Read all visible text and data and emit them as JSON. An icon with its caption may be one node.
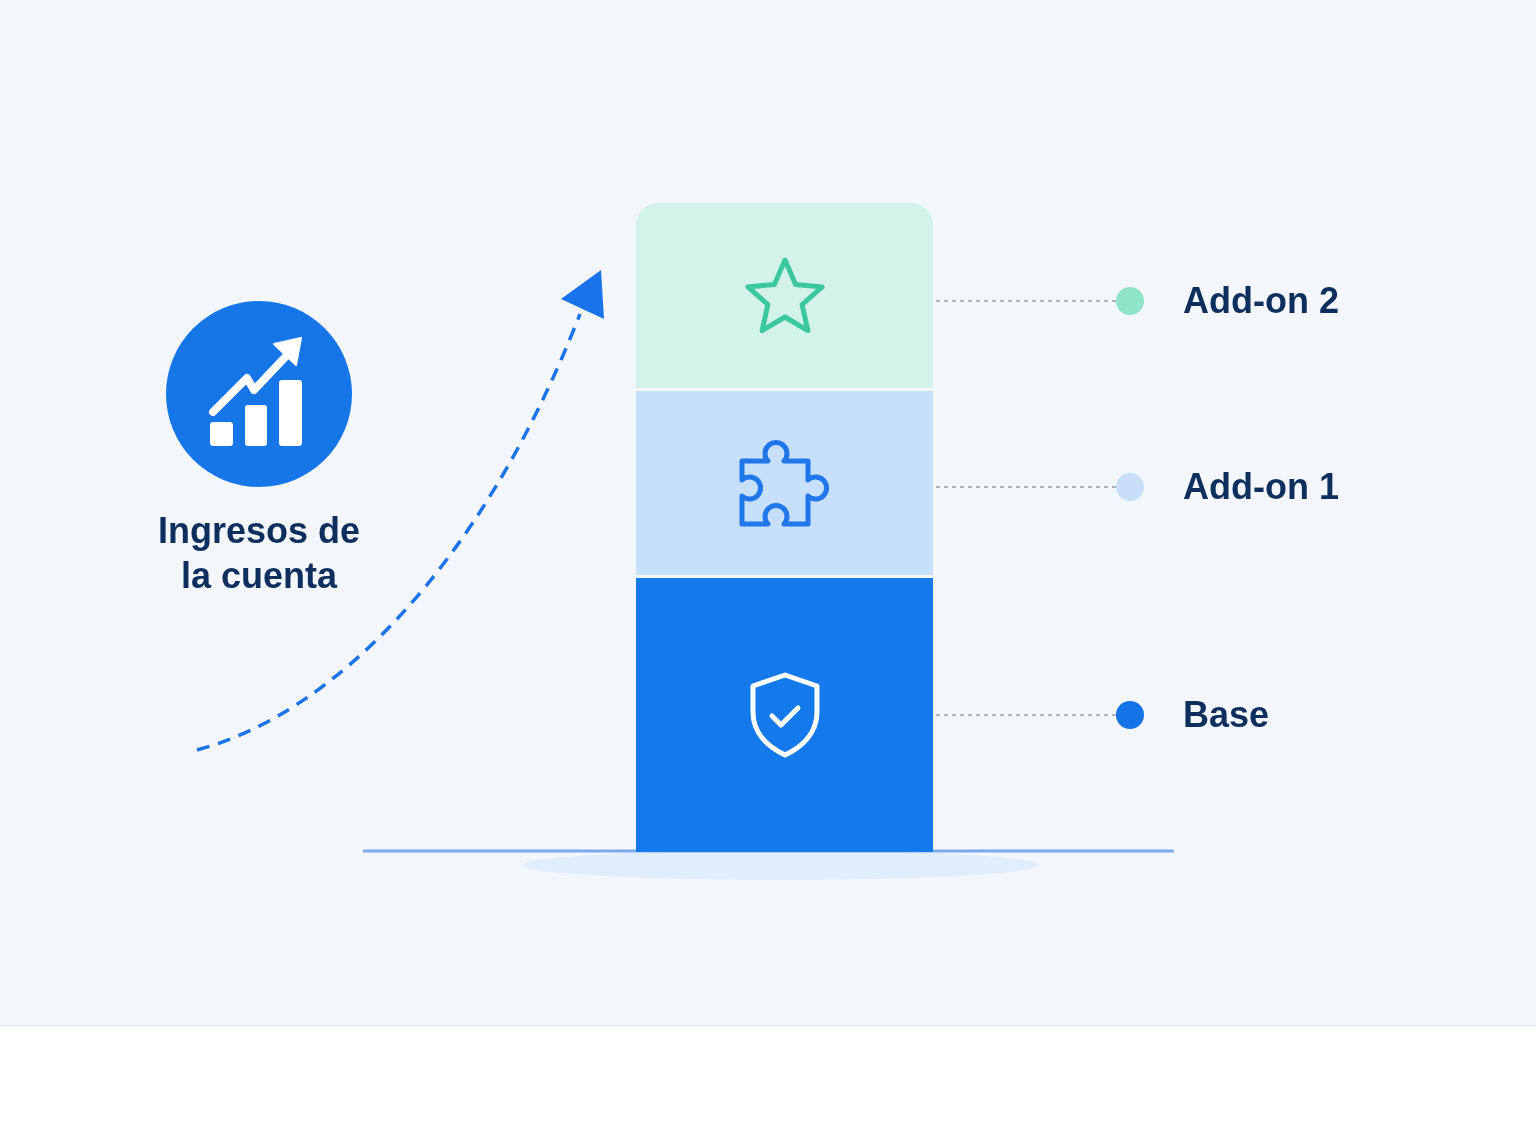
{
  "diagram": {
    "nodes": [
      {
        "text": [
          "Ingresos de la cuenta"
        ]
      },
      {
        "text": [],
        "shape": "box"
      },
      {
        "text": [],
        "shape": "box"
      },
      {
        "text": [],
        "shape": "box"
      },
      {
        "text": [
          "Add-on 2"
        ]
      },
      {
        "text": [
          "Add-on 1"
        ]
      },
      {
        "text": [
          "Base"
        ]
      }
    ],
    "edges": [
      {
        "from": 4,
        "to": 1,
        "arrow": "none",
        "style": "dashed"
      },
      {
        "from": 5,
        "to": 2,
        "arrow": "none",
        "style": "dashed"
      },
      {
        "from": 6,
        "to": 3,
        "arrow": "none",
        "style": "dashed"
      }
    ]
  }
}
